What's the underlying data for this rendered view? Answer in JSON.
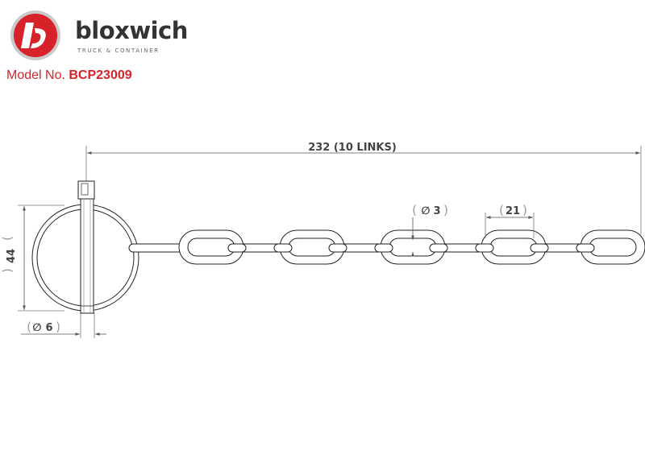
{
  "brand": {
    "name": "bloxwich",
    "tagline": "TRUCK & CONTAINER",
    "logo_colors": {
      "red": "#d8222a",
      "grey": "#c9c9c9"
    }
  },
  "model": {
    "label": "Model No.",
    "value": "BCP23009"
  },
  "dimensions": {
    "total_length": "232 (10 LINKS)",
    "ring_height": "44",
    "pin_diameter": "6",
    "wire_diameter": "3",
    "link_length": "21",
    "diameter_symbol": "∅"
  },
  "colors": {
    "line": "#222222",
    "dimension": "#555555",
    "centerline": "#999999"
  }
}
